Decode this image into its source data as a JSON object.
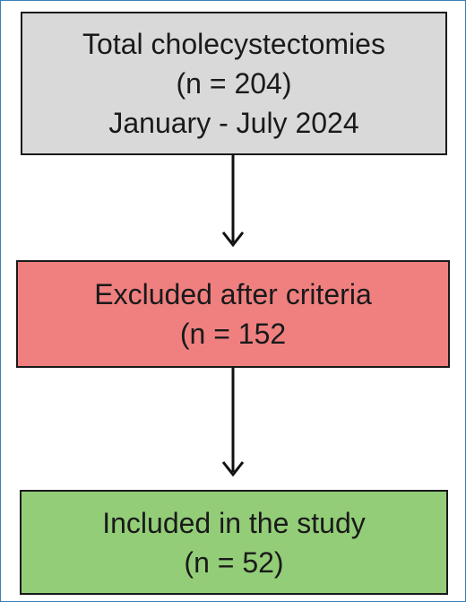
{
  "colors": {
    "box1_fill": "#d9d9d9",
    "box2_fill": "#f08080",
    "box3_fill": "#93cd78",
    "border": "#1a1a1a",
    "frame": "#3a7fb8"
  },
  "boxes": [
    {
      "lines": [
        "Total cholecystectomies",
        "(n = 204)",
        "January - July 2024"
      ]
    },
    {
      "lines": [
        "Excluded after criteria",
        "(n = 152"
      ]
    },
    {
      "lines": [
        "Included in the study",
        "(n = 52)"
      ]
    }
  ]
}
